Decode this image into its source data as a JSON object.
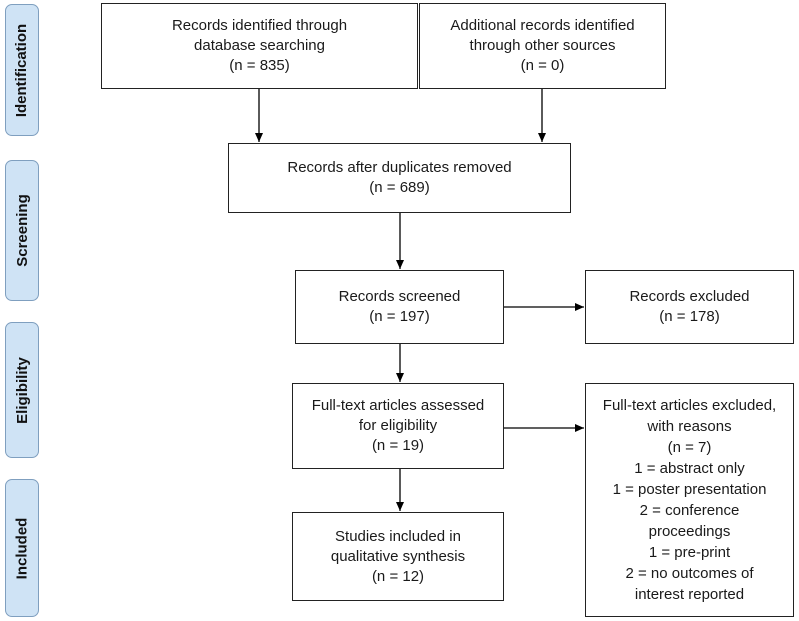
{
  "stages": {
    "identification": "Identification",
    "screening": "Screening",
    "eligibility": "Eligibility",
    "included": "Included"
  },
  "boxes": {
    "database": [
      "Records identified through",
      "database searching",
      "(n = 835)"
    ],
    "other_sources": [
      "Additional records identified",
      "through other sources",
      "(n = 0)"
    ],
    "after_duplicates": [
      "Records after duplicates removed",
      "(n = 689)"
    ],
    "screened": [
      "Records screened",
      "(n = 197)"
    ],
    "excluded": [
      "Records excluded",
      "(n = 178)"
    ],
    "fulltext_assessed": [
      "Full-text articles assessed",
      "for eligibility",
      "(n =  19)"
    ],
    "fulltext_excluded": [
      "Full-text articles excluded,",
      "with reasons",
      "(n = 7)",
      "1 = abstract only",
      "1 = poster presentation",
      "2 = conference",
      "proceedings",
      "1 = pre-print",
      "2 = no outcomes of",
      "interest reported"
    ],
    "included_studies": [
      "Studies included in",
      "qualitative synthesis",
      "(n = 12)"
    ]
  },
  "colors": {
    "stage_fill": "#cfe3f5",
    "stage_border": "#7f9fbf",
    "box_border": "#222222"
  }
}
